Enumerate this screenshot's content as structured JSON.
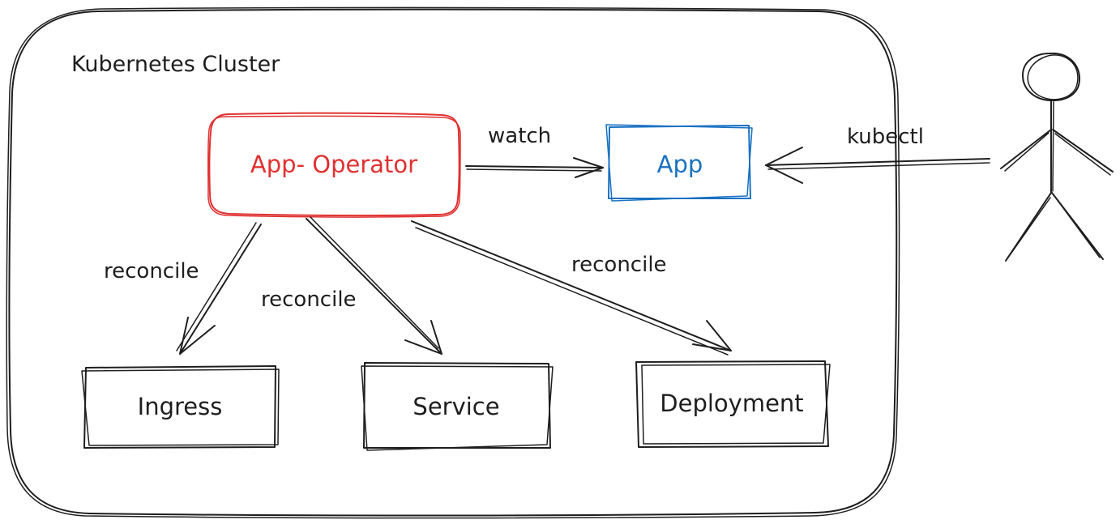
{
  "cluster": {
    "label": "Kubernetes Cluster"
  },
  "nodes": {
    "operator": {
      "label": "App- Operator",
      "color": "#e03131"
    },
    "app": {
      "label": "App",
      "color": "#1971c2"
    },
    "ingress": {
      "label": "Ingress"
    },
    "service": {
      "label": "Service"
    },
    "deployment": {
      "label": "Deployment"
    }
  },
  "edges": {
    "watch": {
      "label": "watch"
    },
    "kubectl": {
      "label": "kubectl"
    },
    "reconcile_ingress": {
      "label": "reconcile"
    },
    "reconcile_service": {
      "label": "reconcile"
    },
    "reconcile_deployment": {
      "label": "reconcile"
    }
  },
  "actor": {
    "icon": "stick-figure-user-icon"
  },
  "colors": {
    "stroke": "#1e1e1e",
    "operator": "#e03131",
    "app": "#1971c2"
  }
}
